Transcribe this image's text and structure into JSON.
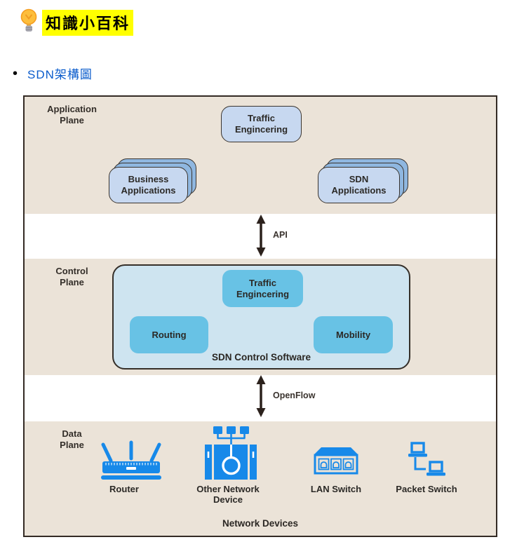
{
  "header": {
    "icon": "lightbulb-icon",
    "title": "知識小百科",
    "highlight_color": "#ffff00"
  },
  "intro_list": {
    "bullet": "•",
    "link": {
      "label": "SDN架構圖",
      "color": "#0b5ccc"
    }
  },
  "diagram": {
    "colors": {
      "plane_background": "#ebe3d8",
      "frame_border": "#332a24",
      "app_box_fill": "#c7d8f0",
      "app_box_stack_fill": "#8fb7e0",
      "control_container_fill": "#cee4f0",
      "control_box_fill": "#68c2e5",
      "device_icon_blue": "#1789e9",
      "arrow_color": "#2b211c"
    },
    "application_plane": {
      "label": {
        "line1": "Application",
        "line2": "Plane"
      },
      "traffic_box": {
        "line1": "Traffic",
        "line2": "Engincering"
      },
      "business_stack": {
        "line1": "Business",
        "line2": "Applications"
      },
      "sdn_stack": {
        "line1": "SDN",
        "line2": "Applications"
      }
    },
    "api_connector": {
      "label": "API"
    },
    "control_plane": {
      "label": {
        "line1": "Control",
        "line2": "Plane"
      },
      "container_label": "SDN Control Software",
      "traffic_box": {
        "line1": "Traffic",
        "line2": "Engincering"
      },
      "routing_box": "Routing",
      "mobility_box": "Mobility"
    },
    "openflow_connector": {
      "label": "OpenFlow"
    },
    "data_plane": {
      "label": {
        "line1": "Data",
        "line2": "Plane"
      },
      "router": "Router",
      "other_device": {
        "line1": "Other Network",
        "line2": "Device"
      },
      "lan_switch": "LAN Switch",
      "packet_switch": "Packet Switch",
      "footer": "Network Devices"
    }
  }
}
